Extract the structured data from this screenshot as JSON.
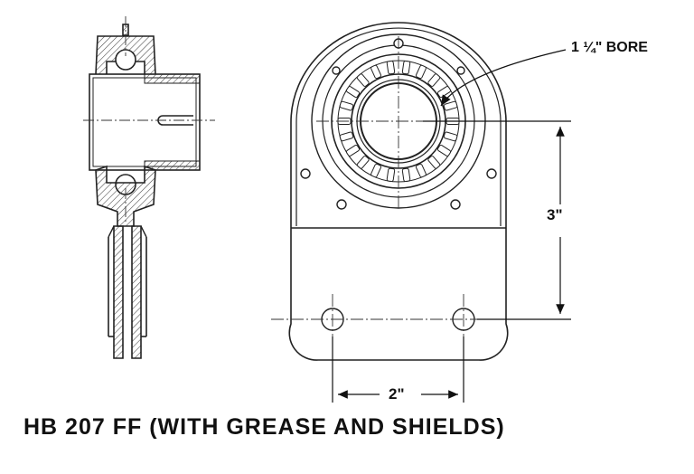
{
  "labels": {
    "bore": "1 ¼\" BORE",
    "vertical_dimension": "3\"",
    "horizontal_dimension": "2\"",
    "caption": "HB 207 FF (WITH GREASE AND SHIELDS)"
  },
  "colors": {
    "line": "#222222",
    "hatch": "#444444",
    "background": "#ffffff"
  }
}
